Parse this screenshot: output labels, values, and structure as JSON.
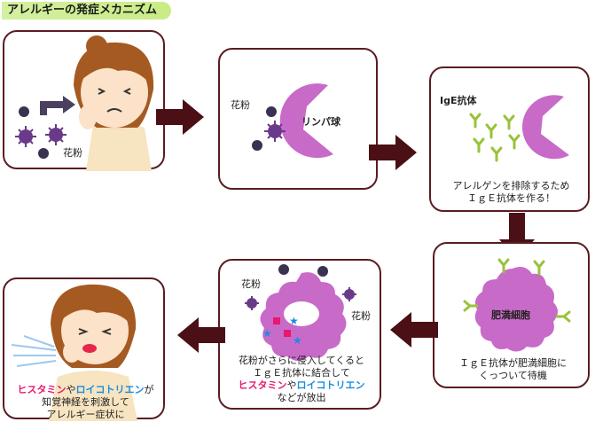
{
  "title": "アレルギーの発症メカニズム",
  "panel1": {
    "pollen_label": "花粉"
  },
  "panel2": {
    "pollen_label": "花粉",
    "lymph_label": "リンパ球"
  },
  "panel3": {
    "ige_label": "IgE抗体",
    "caption_line1": "アレルゲンを排除するため",
    "caption_line2": "ＩｇＥ抗体を作る！"
  },
  "panel4": {
    "cell_label": "肥満細胞",
    "caption_line1": "ＩｇＥ抗体が肥満細胞に",
    "caption_line2": "くっついて待機"
  },
  "panel5": {
    "pollen_left": "花粉",
    "pollen_right": "花粉",
    "caption_line1": "花粉がさらに侵入してくると",
    "caption_line2": "ＩｇＥ抗体に結合して",
    "histamine": "ヒスタミン",
    "ya": "や",
    "leukotriene": "ロイコトリエン",
    "caption_line4": "などが放出"
  },
  "panel6": {
    "histamine": "ヒスタミン",
    "ya": "や",
    "leukotriene": "ロイコトリエン",
    "ga": "が",
    "caption_line2": "知覚神経を刺激して",
    "caption_line3": "アレルギー症状に"
  },
  "colors": {
    "border": "#5a1c22",
    "arrow": "#4a1016",
    "cell": "#c86ac8",
    "antibody": "#9ac23a",
    "pink": "#e8176f",
    "blue": "#1a8de0"
  }
}
